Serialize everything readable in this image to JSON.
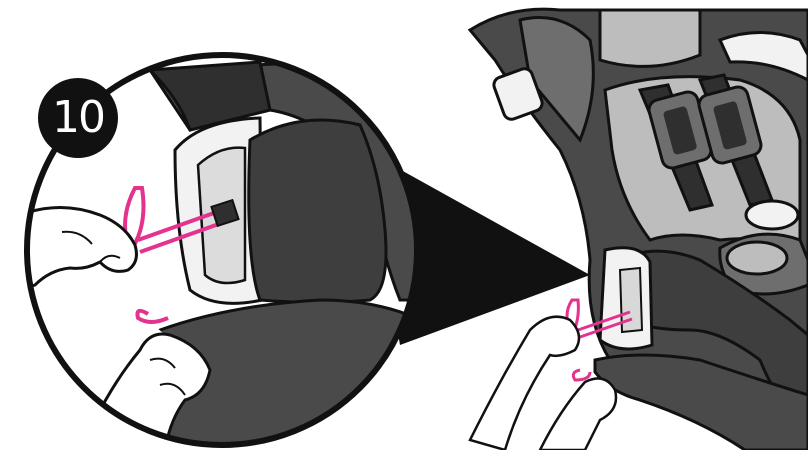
{
  "step": {
    "number": "10"
  },
  "colors": {
    "outline": "#111111",
    "fabric_dark": "#4a4a4a",
    "fabric_mid": "#6e6e6e",
    "fabric_light": "#bdbdbd",
    "plastic": "#f2f2f2",
    "strap_pink": "#e3338f",
    "skin": "#ffffff",
    "background": "#ffffff"
  },
  "icons": [
    "magnifier-callout",
    "hand-pulling-strap",
    "hand-holding-clip",
    "car-seat"
  ]
}
